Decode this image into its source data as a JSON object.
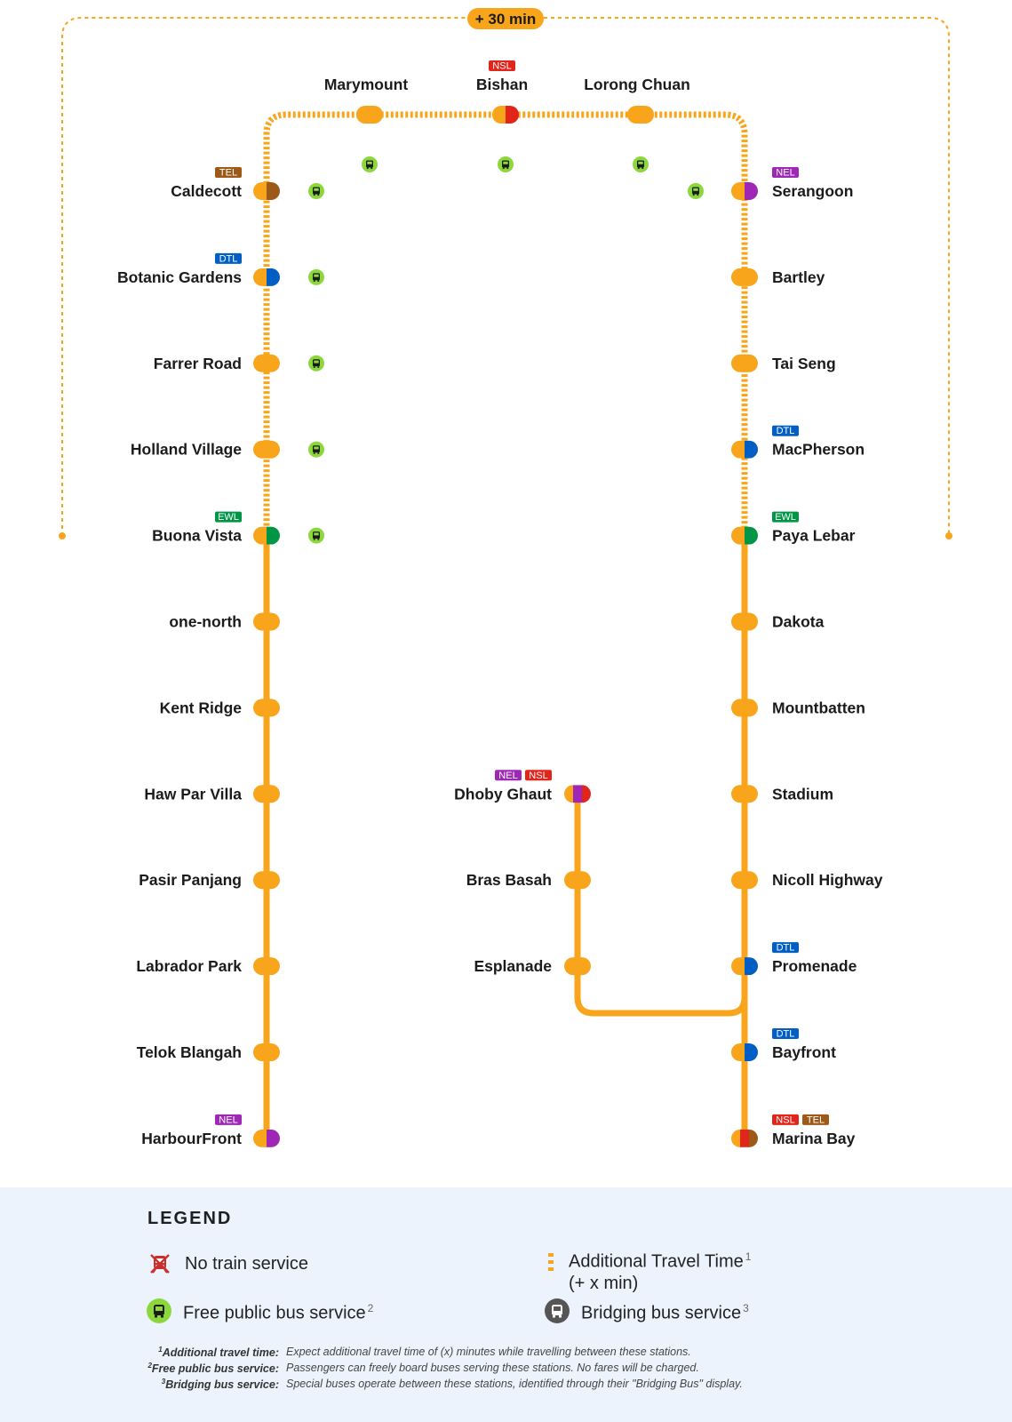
{
  "colors": {
    "ccl": "#f8a51c",
    "nsl": "#e1251b",
    "ewl": "#009645",
    "nel": "#9e28b5",
    "dtl": "#005ec4",
    "tel": "#9d5918",
    "bus_free": "#8cd83c",
    "bus_bridge": "#555555",
    "legend_bg": "#ecf3fd"
  },
  "detour": {
    "label": "+ 30 min"
  },
  "top_row": [
    {
      "name": "Marymount",
      "tags": [],
      "bus": true
    },
    {
      "name": "Bishan",
      "tags": [
        "NSL"
      ],
      "bus": true
    },
    {
      "name": "Lorong Chuan",
      "tags": [],
      "bus": true
    }
  ],
  "left_col": [
    {
      "name": "Caldecott",
      "tags": [
        "TEL"
      ],
      "bus": true
    },
    {
      "name": "Botanic Gardens",
      "tags": [
        "DTL"
      ],
      "bus": true
    },
    {
      "name": "Farrer Road",
      "tags": [],
      "bus": true
    },
    {
      "name": "Holland Village",
      "tags": [],
      "bus": true
    },
    {
      "name": "Buona Vista",
      "tags": [
        "EWL"
      ],
      "bus": true
    },
    {
      "name": "one-north",
      "tags": [],
      "bus": false
    },
    {
      "name": "Kent Ridge",
      "tags": [],
      "bus": false
    },
    {
      "name": "Haw Par Villa",
      "tags": [],
      "bus": false
    },
    {
      "name": "Pasir Panjang",
      "tags": [],
      "bus": false
    },
    {
      "name": "Labrador Park",
      "tags": [],
      "bus": false
    },
    {
      "name": "Telok Blangah",
      "tags": [],
      "bus": false
    },
    {
      "name": "HarbourFront",
      "tags": [
        "NEL"
      ],
      "bus": false
    }
  ],
  "right_col": [
    {
      "name": "Serangoon",
      "tags": [
        "NEL"
      ],
      "bus": true
    },
    {
      "name": "Bartley",
      "tags": [],
      "bus": false
    },
    {
      "name": "Tai Seng",
      "tags": [],
      "bus": false
    },
    {
      "name": "MacPherson",
      "tags": [
        "DTL"
      ],
      "bus": false
    },
    {
      "name": "Paya Lebar",
      "tags": [
        "EWL"
      ],
      "bus": false
    },
    {
      "name": "Dakota",
      "tags": [],
      "bus": false
    },
    {
      "name": "Mountbatten",
      "tags": [],
      "bus": false
    },
    {
      "name": "Stadium",
      "tags": [],
      "bus": false
    },
    {
      "name": "Nicoll Highway",
      "tags": [],
      "bus": false
    },
    {
      "name": "Promenade",
      "tags": [
        "DTL"
      ],
      "bus": false
    },
    {
      "name": "Bayfront",
      "tags": [
        "DTL"
      ],
      "bus": false
    },
    {
      "name": "Marina Bay",
      "tags": [
        "NSL",
        "TEL"
      ],
      "bus": false
    }
  ],
  "extension": [
    {
      "name": "Dhoby Ghaut",
      "tags": [
        "NEL",
        "NSL"
      ]
    },
    {
      "name": "Bras Basah",
      "tags": []
    },
    {
      "name": "Esplanade",
      "tags": []
    }
  ],
  "legend": {
    "title": "LEGEND",
    "no_train": "No train service",
    "free_bus": "Free public bus service",
    "free_bus_sup": "2",
    "travel_time_line1": "Additional Travel Time",
    "travel_time_sup": "1",
    "travel_time_line2": "(+ x min)",
    "bridging_bus": "Bridging bus service",
    "bridging_bus_sup": "3",
    "footnotes": [
      {
        "num": "1",
        "term": "Additional travel time:",
        "text": "Expect additional travel time of (x) minutes while travelling between these stations."
      },
      {
        "num": "2",
        "term": "Free public bus service:",
        "text": "Passengers can freely board buses serving these stations. No fares will be charged."
      },
      {
        "num": "3",
        "term": "Bridging bus service:",
        "text": "Special buses operate between these stations, identified through their \"Bridging Bus\" display."
      }
    ]
  }
}
